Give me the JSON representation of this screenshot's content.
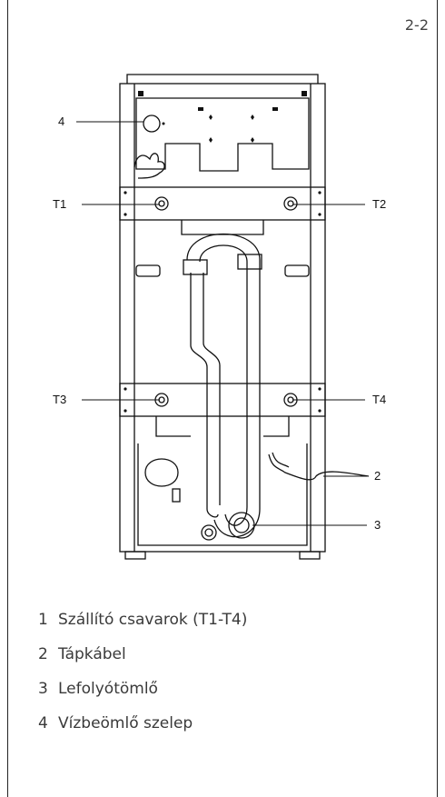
{
  "figure_number": "2-2",
  "callouts": {
    "c4": "4",
    "t1": "T1",
    "t2": "T2",
    "t3": "T3",
    "t4": "T4",
    "c2": "2",
    "c3": "3"
  },
  "legend": [
    {
      "num": "1",
      "text": "Szállító csavarok (T1-T4)"
    },
    {
      "num": "2",
      "text": "Tápkábel"
    },
    {
      "num": "3",
      "text": "Lefolyótömlő"
    },
    {
      "num": "4",
      "text": "Vízbeömlő szelep"
    }
  ]
}
